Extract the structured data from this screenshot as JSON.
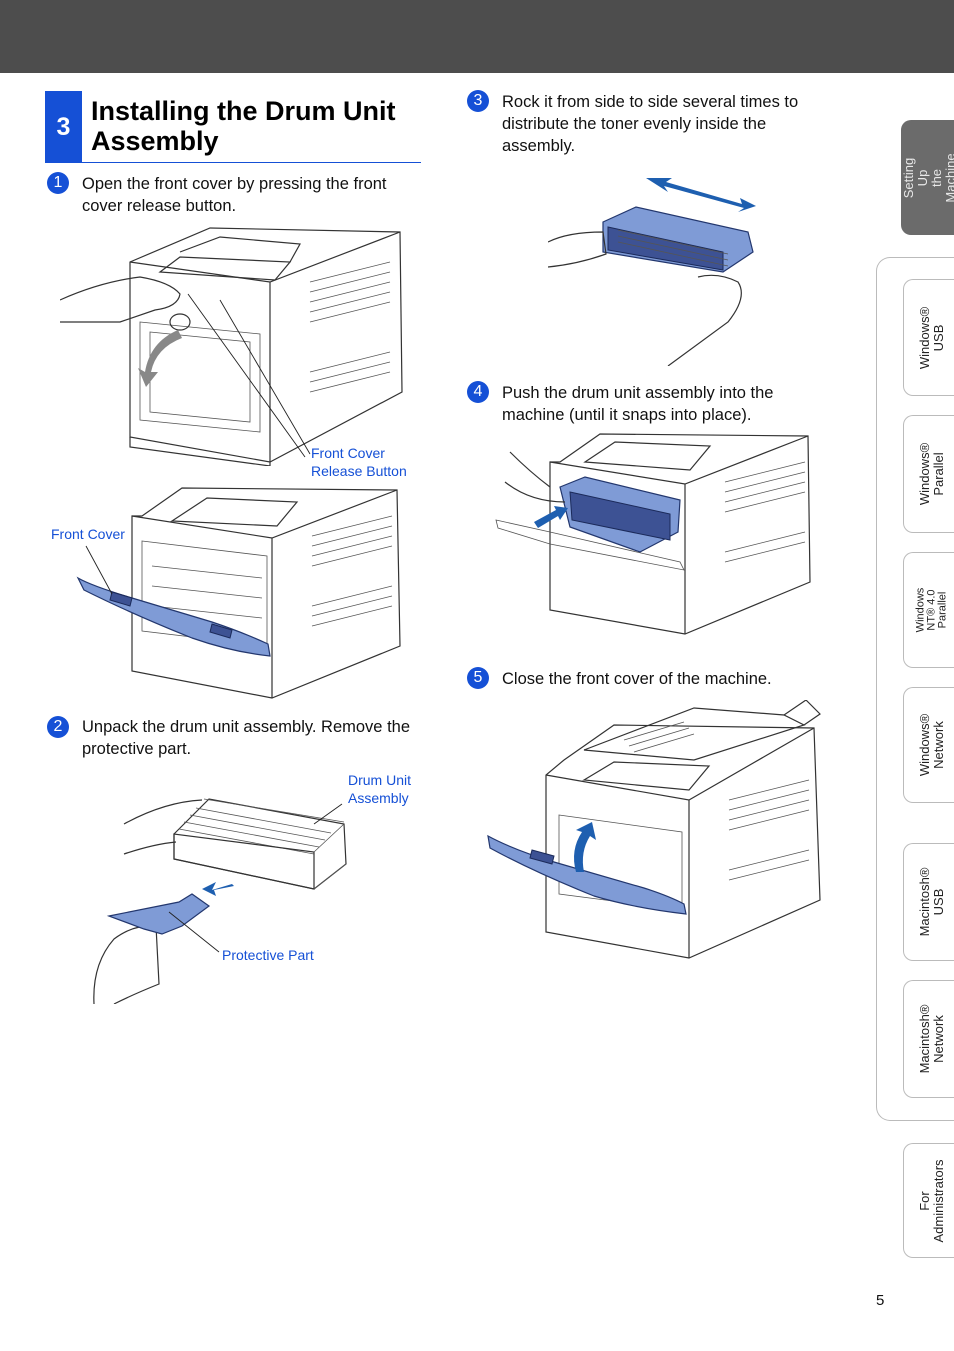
{
  "section": {
    "number": "3",
    "title": "Installing the Drum Unit Assembly"
  },
  "steps": [
    {
      "num": "1",
      "text": "Open the front cover by pressing the front cover release button."
    },
    {
      "num": "2",
      "text": "Unpack the drum unit assembly. Remove the protective part."
    },
    {
      "num": "3",
      "text": "Rock it from side to side several times to distribute the toner evenly inside the assembly."
    },
    {
      "num": "4",
      "text": "Push the drum unit assembly into the machine (until it snaps into place)."
    },
    {
      "num": "5",
      "text": "Close the front cover of the machine."
    }
  ],
  "callouts": {
    "front_cover_release": "Front Cover\nRelease Button",
    "front_cover": "Front Cover",
    "drum_unit": "Drum Unit\nAssembly",
    "protective_part": "Protective Part"
  },
  "tabs": [
    {
      "label": "Setting Up\nthe Machine",
      "active": true
    },
    {
      "label": "Windows®\nUSB",
      "active": false
    },
    {
      "label": "Windows®\nParallel",
      "active": false
    },
    {
      "label": "Windows\nNT® 4.0\nParallel",
      "active": false
    },
    {
      "label": "Windows®\nNetwork",
      "active": false
    },
    {
      "label": "Macintosh®\nUSB",
      "active": false
    },
    {
      "label": "Macintosh®\nNetwork",
      "active": false
    },
    {
      "label": "For\nAdministrators",
      "active": false
    }
  ],
  "page_number": "5",
  "colors": {
    "accent": "#1550d6",
    "header": "#4d4d4d",
    "part_fill": "#7f9bd6"
  }
}
